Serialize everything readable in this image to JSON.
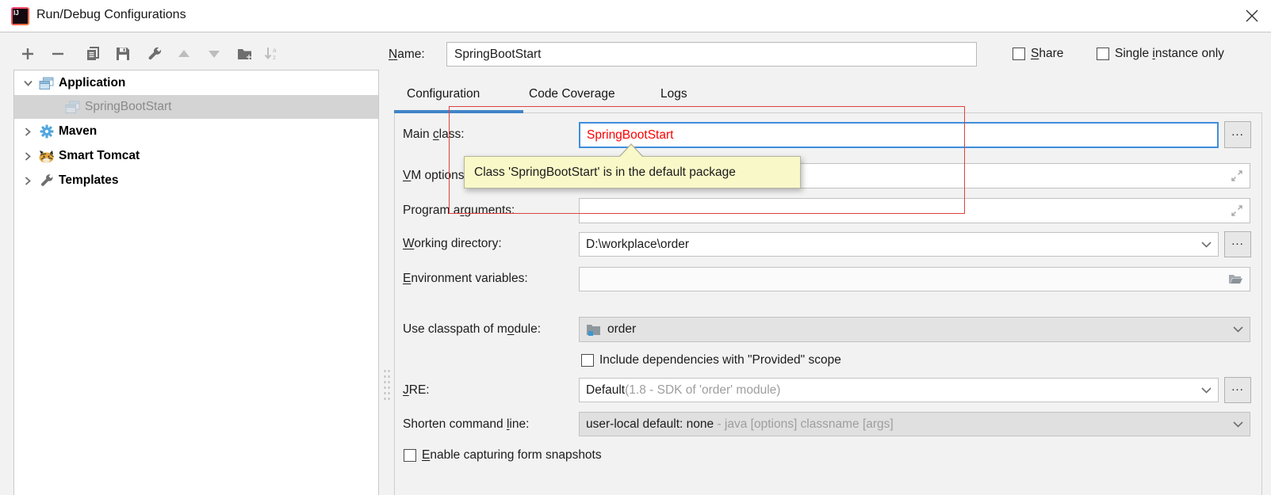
{
  "window": {
    "title": "Run/Debug Configurations"
  },
  "toolbar": {
    "icons": [
      {
        "name": "add",
        "enabled": true
      },
      {
        "name": "remove",
        "enabled": true
      },
      {
        "name": "copy-configuration",
        "enabled": true
      },
      {
        "name": "save-configuration",
        "enabled": true
      },
      {
        "name": "edit-templates",
        "enabled": true
      },
      {
        "name": "move-up",
        "enabled": false
      },
      {
        "name": "move-down",
        "enabled": false
      },
      {
        "name": "new-folder",
        "enabled": true
      },
      {
        "name": "sort-configurations",
        "enabled": false
      }
    ]
  },
  "tree": {
    "items": [
      {
        "label": "Application",
        "expanded": true
      },
      {
        "label": "SpringBootStart",
        "selected": true
      },
      {
        "label": "Maven",
        "expanded": false
      },
      {
        "label": "Smart Tomcat",
        "expanded": false
      },
      {
        "label": "Templates",
        "expanded": false
      }
    ]
  },
  "header": {
    "name_label": {
      "pre": "",
      "m": "N",
      "post": "ame:"
    },
    "name_value": "SpringBootStart",
    "share_label": {
      "pre": "",
      "m": "S",
      "post": "hare"
    },
    "single_instance_label": {
      "pre": "Single ",
      "m": "i",
      "post": "nstance only"
    }
  },
  "tabs": [
    {
      "label": "Configuration",
      "selected": true
    },
    {
      "label": "Code Coverage",
      "selected": false
    },
    {
      "label": "Logs",
      "selected": false
    }
  ],
  "form": {
    "main_class": {
      "label": {
        "pre": "Main ",
        "m": "c",
        "post": "lass:"
      },
      "value": "SpringBootStart",
      "value_color": "#ff0000",
      "browse_label": "..."
    },
    "vm_options": {
      "label": {
        "pre": "",
        "m": "V",
        "post": "M options:"
      },
      "value": ""
    },
    "program_arguments": {
      "label": {
        "pre": "Program a",
        "m": "r",
        "post": "guments:"
      },
      "value": ""
    },
    "working_directory": {
      "label": {
        "pre": "",
        "m": "W",
        "post": "orking directory:"
      },
      "value": "D:\\workplace\\order",
      "browse_label": "..."
    },
    "environment_variables": {
      "label": {
        "pre": "",
        "m": "E",
        "post": "nvironment variables:"
      },
      "value": ""
    },
    "use_classpath": {
      "label": {
        "pre": "Use classpath of m",
        "m": "o",
        "post": "dule:"
      },
      "value": "order"
    },
    "provided_scope": {
      "label": "Include dependencies with \"Provided\" scope",
      "checked": false
    },
    "jre": {
      "label": {
        "pre": "",
        "m": "J",
        "post": "RE:"
      },
      "value_main": "Default ",
      "value_hint": "(1.8 - SDK of 'order' module)",
      "browse_label": "..."
    },
    "shorten_command_line": {
      "label": {
        "pre": "Shorten command ",
        "m": "l",
        "post": "ine:"
      },
      "value_main": "user-local default: none",
      "value_hint": " - java [options] classname [args]"
    },
    "form_snapshots": {
      "label": {
        "pre": "",
        "m": "E",
        "post": "nable capturing form snapshots"
      },
      "checked": false
    }
  },
  "tooltip": {
    "text": "Class 'SpringBootStart' is in the default package"
  },
  "annotation": {
    "shape": "red-rectangle",
    "color": "#e0413e"
  },
  "colors": {
    "focus_border": "#3f8edc",
    "tab_underline": "#4184c8",
    "error_text": "#ff0000",
    "tooltip_bg": "#f9f8c8",
    "tree_selection": "#d4d4d4"
  }
}
